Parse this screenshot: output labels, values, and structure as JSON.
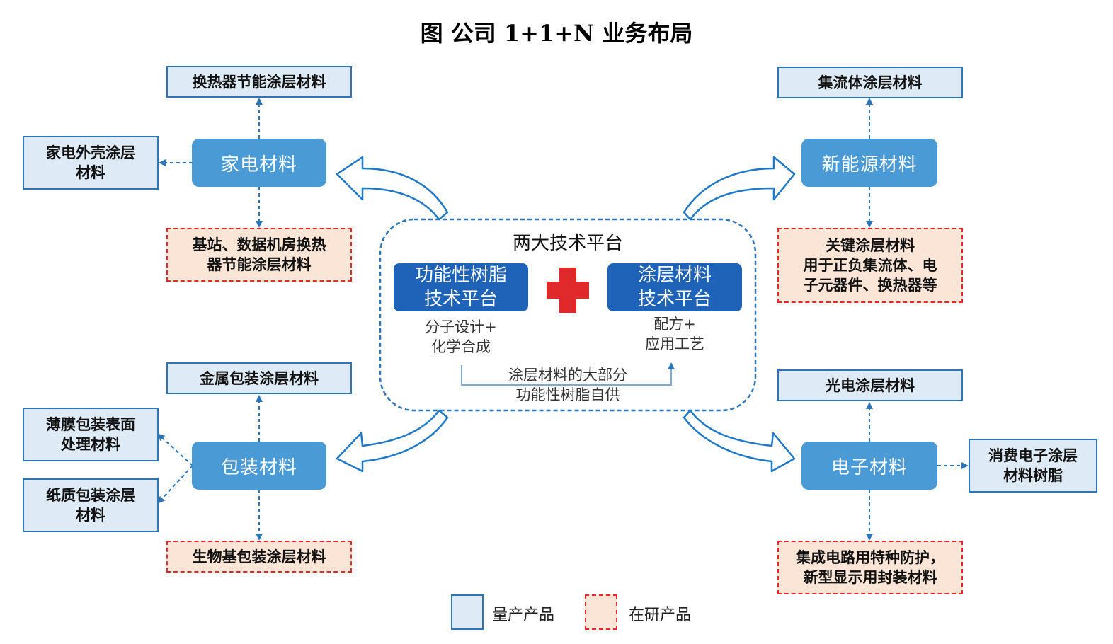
{
  "title": "图 公司 1+1+N 业务布局",
  "center": {
    "heading": "两大技术平台",
    "platform_left": [
      "功能性树脂",
      "技术平台"
    ],
    "platform_right": [
      "涂层材料",
      "技术平台"
    ],
    "note_left": [
      "分子设计+",
      "化学合成"
    ],
    "note_right": [
      "配方+",
      "应用工艺"
    ],
    "note_bottom": [
      "涂层材料的大部分",
      "功能性树脂自供"
    ]
  },
  "categories": {
    "appliance": "家电材料",
    "new_energy": "新能源材料",
    "packaging": "包装材料",
    "electronics": "电子材料"
  },
  "products": {
    "appliance_top": "换热器节能涂层材料",
    "appliance_left": [
      "家电外壳涂层",
      "材料"
    ],
    "appliance_bottom": [
      "基站、数据机房换热",
      "器节能涂层材料"
    ],
    "energy_top": "集流体涂层材料",
    "energy_bottom": [
      "关键涂层材料",
      "用于正负集流体、电",
      "子元器件、换热器等"
    ],
    "pack_top": "金属包装涂层材料",
    "pack_left1": [
      "薄膜包装表面",
      "处理材料"
    ],
    "pack_left2": [
      "纸质包装涂层",
      "材料"
    ],
    "pack_bottom": "生物基包装涂层材料",
    "elec_top": "光电涂层材料",
    "elec_right": [
      "消费电子涂层",
      "材料树脂"
    ],
    "elec_bottom": [
      "集成电路用特种防护，",
      "新型显示用封装材料"
    ]
  },
  "legend": {
    "mass": "量产产品",
    "dev": "在研产品"
  },
  "colors": {
    "mass_fill": "#deebf7",
    "mass_border": "#2e75b6",
    "dev_fill": "#fbe5d6",
    "dev_border": "#e0292a",
    "category": "#4a9ad6",
    "platform": "#1f63b8",
    "plus": "#e0292a",
    "link": "#2e75b6"
  }
}
